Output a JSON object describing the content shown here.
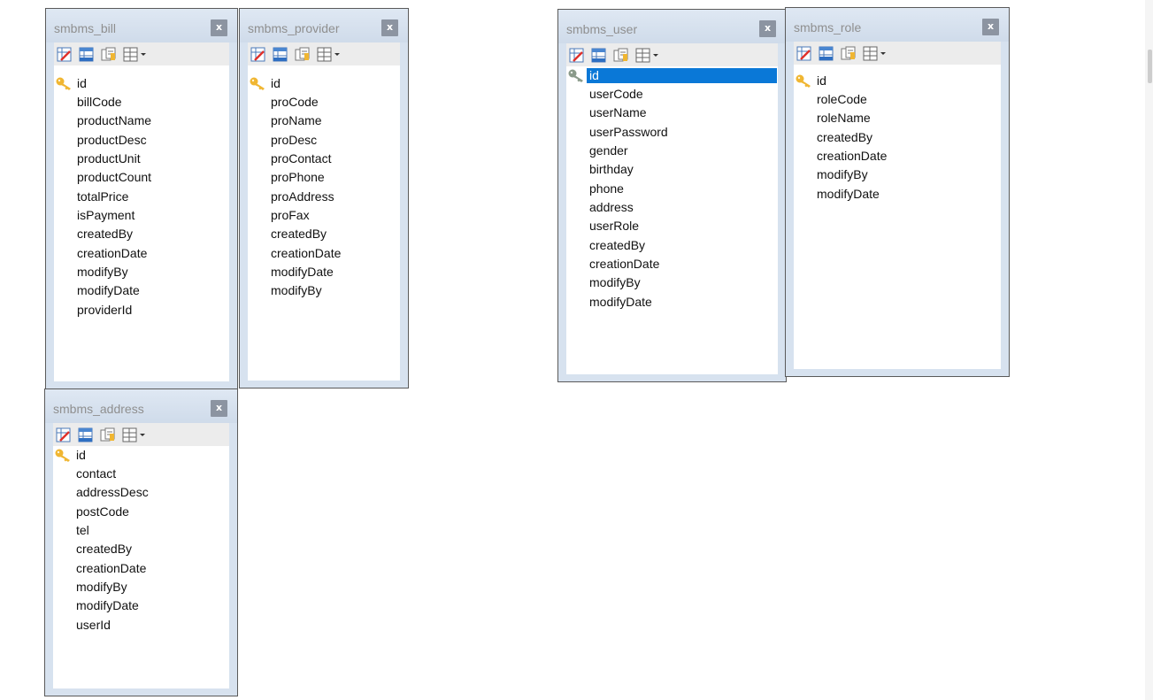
{
  "tables": [
    {
      "name": "smbms_bill",
      "fields": [
        "id",
        "billCode",
        "productName",
        "productDesc",
        "productUnit",
        "productCount",
        "totalPrice",
        "isPayment",
        "createdBy",
        "creationDate",
        "modifyBy",
        "modifyDate",
        "providerId"
      ]
    },
    {
      "name": "smbms_provider",
      "fields": [
        "id",
        "proCode",
        "proName",
        "proDesc",
        "proContact",
        "proPhone",
        "proAddress",
        "proFax",
        "createdBy",
        "creationDate",
        "modifyDate",
        "modifyBy"
      ]
    },
    {
      "name": "smbms_user",
      "fields": [
        "id",
        "userCode",
        "userName",
        "userPassword",
        "gender",
        "birthday",
        "phone",
        "address",
        "userRole",
        "createdBy",
        "creationDate",
        "modifyBy",
        "modifyDate"
      ],
      "selected_field": "id"
    },
    {
      "name": "smbms_role",
      "fields": [
        "id",
        "roleCode",
        "roleName",
        "createdBy",
        "creationDate",
        "modifyBy",
        "modifyDate"
      ]
    },
    {
      "name": "smbms_address",
      "fields": [
        "id",
        "contact",
        "addressDesc",
        "postCode",
        "tel",
        "createdBy",
        "creationDate",
        "modifyBy",
        "modifyDate",
        "userId"
      ]
    }
  ],
  "close_glyph": "x",
  "icons": {
    "toolbar": [
      "design-table-icon",
      "edit-fields-icon",
      "copy-table-icon",
      "table-view-icon"
    ],
    "primary_key": "key-icon"
  },
  "colors": {
    "title_bar": "#d3dfed",
    "selection": "#0a78d7",
    "key": "#f0b632"
  }
}
